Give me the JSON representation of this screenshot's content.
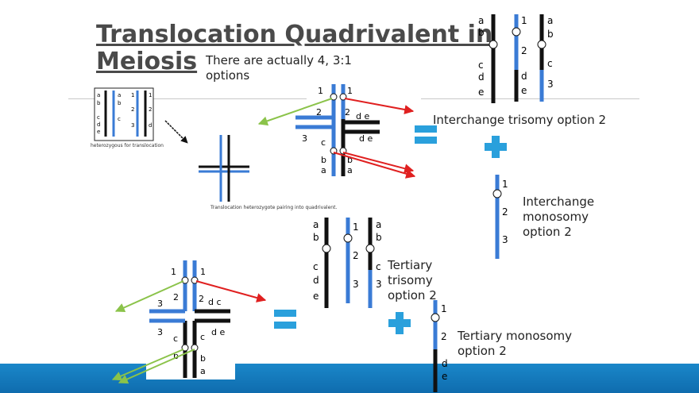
{
  "slide": {
    "title_line1": "Translocation Quadrivalent in",
    "title_line2": "Meiosis",
    "note": "There are actually 4, 3:1 options",
    "label_interchange_trisomy": "Interchange trisomy option 2",
    "label_interchange_monosomy": "Interchange monosomy option 2",
    "label_tertiary_trisomy": "Tertiary trisomy option 2",
    "label_tertiary_monosomy": "Tertiary monosomy option 2",
    "thumb_caption1": "heterozygous for translocation",
    "thumb_caption2": "Translocation heterozygote pairing into quadrivalent."
  },
  "colors": {
    "blue": "#3a7bd5",
    "black": "#111111",
    "red": "#e02020",
    "green": "#8bc34a",
    "symbol": "#2aa0dc",
    "band": "#1a87c9"
  }
}
